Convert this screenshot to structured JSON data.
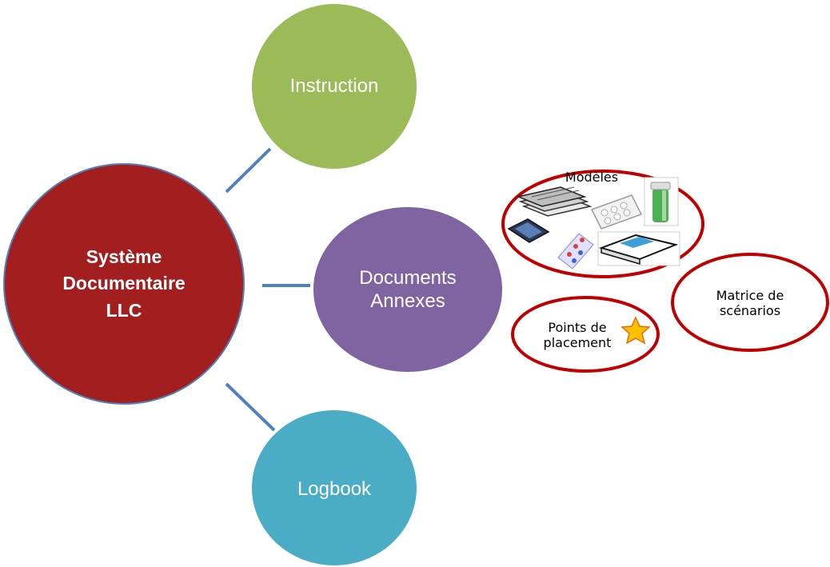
{
  "diagram": {
    "main": {
      "lines": [
        "Système",
        "Documentaire",
        "LLC"
      ],
      "color": "#a31f1f"
    },
    "instruction": {
      "label": "Instruction",
      "color": "#9bbb59"
    },
    "documents": {
      "lines": [
        "Documents",
        "Annexes"
      ],
      "color": "#8064a2"
    },
    "logbook": {
      "label": "Logbook",
      "color": "#4bacc6"
    },
    "connector_color": "#4f81bd",
    "outline_color": "#c00000",
    "modeles": {
      "label": "Modèles"
    },
    "matrice": {
      "lines": [
        "Matrice de",
        "scénarios"
      ]
    },
    "points": {
      "lines": [
        "Points de",
        "placement"
      ]
    }
  }
}
